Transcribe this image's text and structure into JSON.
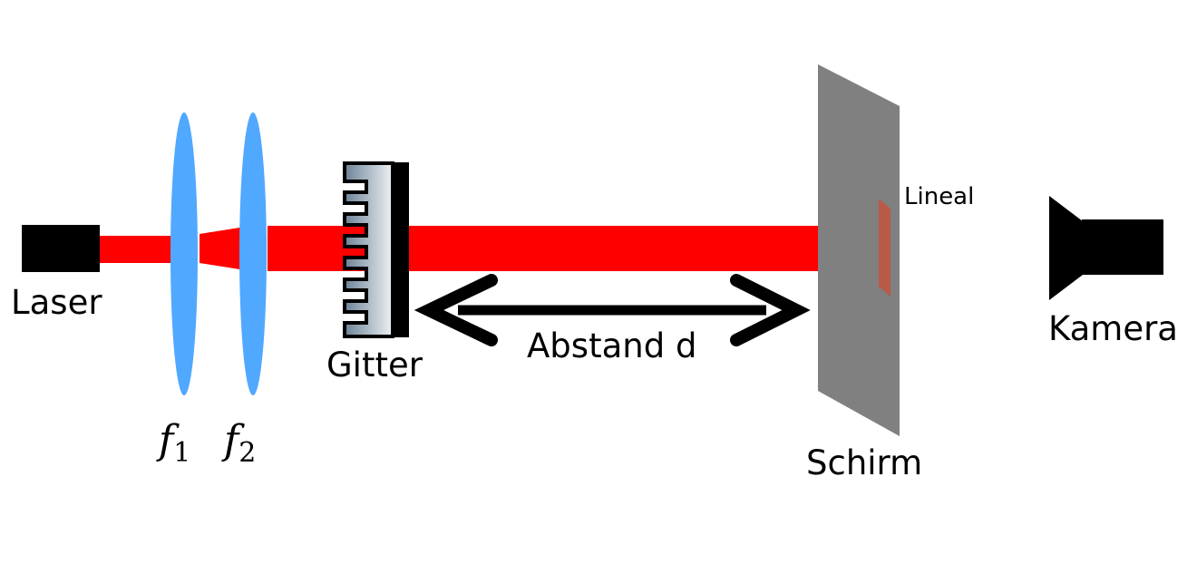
{
  "labels": {
    "laser": "Laser",
    "gitter": "Gitter",
    "abstand": "Abstand d",
    "schirm": "Schirm",
    "lineal": "Lineal",
    "kamera": "Kamera"
  },
  "lenses": [
    {
      "symbol": "f",
      "subscript": "1"
    },
    {
      "symbol": "f",
      "subscript": "2"
    }
  ],
  "colors": {
    "beam": "#ff0000",
    "lens": "#50a8ff",
    "screen": "#808080",
    "ruler": "#b85a45",
    "device": "#000000"
  }
}
